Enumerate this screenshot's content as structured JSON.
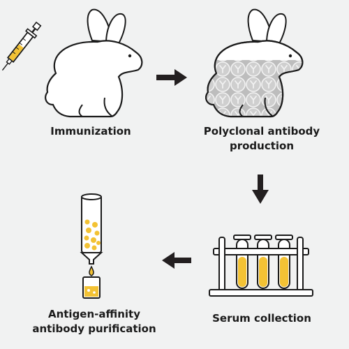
{
  "steps": {
    "immunization": {
      "label": "Immunization"
    },
    "production": {
      "line1": "Polyclonal antibody",
      "line2": "production"
    },
    "serum": {
      "label": "Serum collection"
    },
    "purification": {
      "line1": "Antigen-affinity",
      "line2": "antibody purification"
    }
  },
  "colors": {
    "background": "#f1f2f2",
    "outline": "#1a1a1a",
    "fill_white": "#ffffff",
    "pattern_gray": "#bdbdbd",
    "serum_yellow": "#f3c234",
    "arrow": "#231f20"
  }
}
